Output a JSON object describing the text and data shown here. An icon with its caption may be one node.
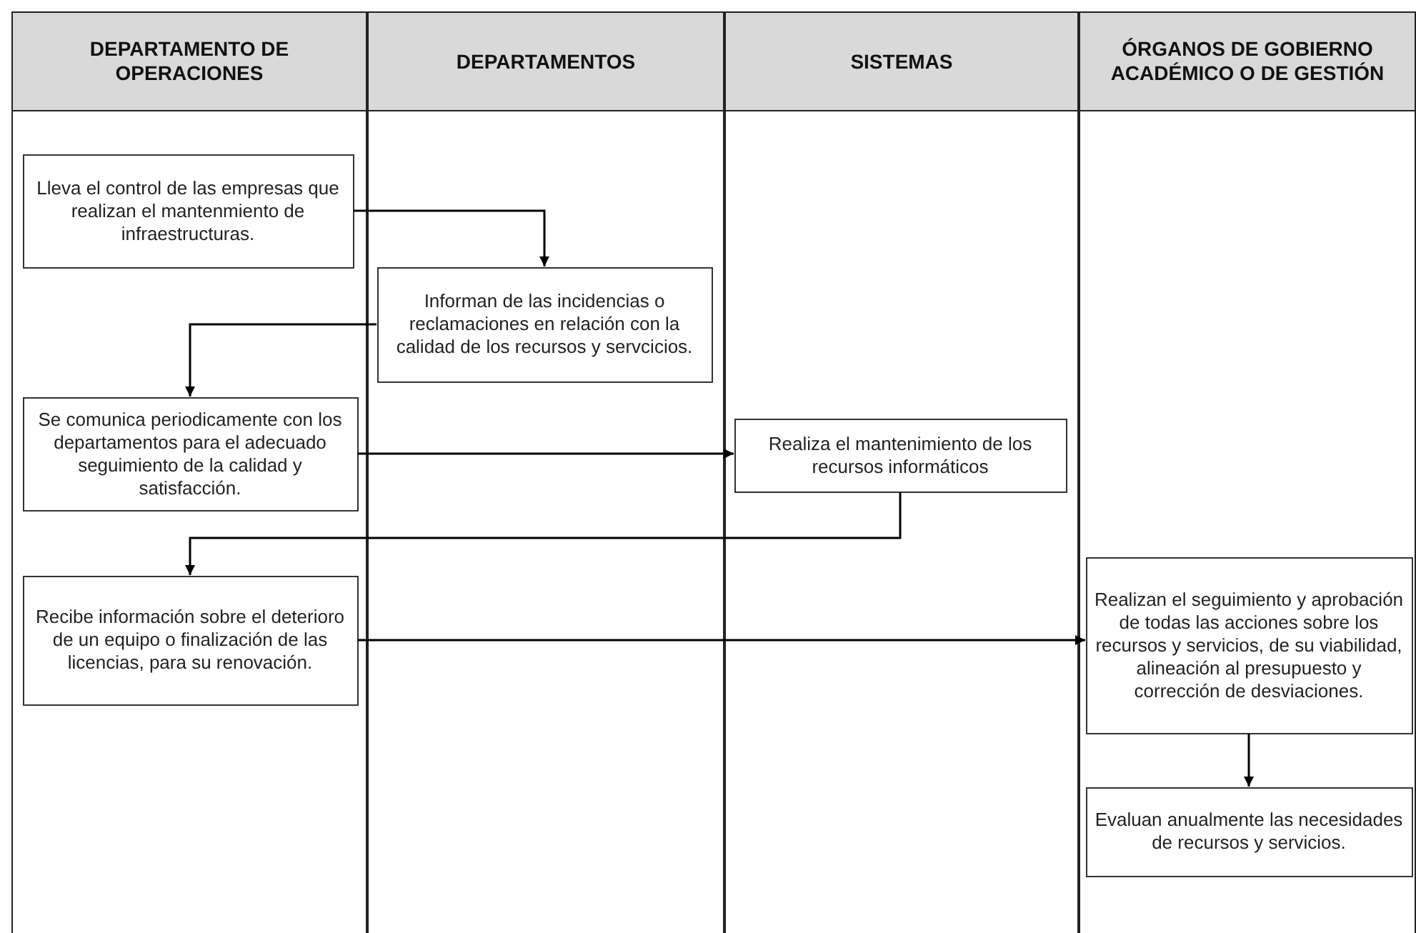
{
  "diagram": {
    "nodes": [
      {
        "text": [
          "DEPARTAMENTO DE OPERACIONES"
        ]
      },
      {
        "text": [
          "DEPARTAMENTOS"
        ]
      },
      {
        "text": [
          "SISTEMAS"
        ]
      },
      {
        "text": [
          "ÓRGANOS DE GOBIERNO ACADÉMICO O DE GESTIÓN"
        ]
      },
      {
        "text": [
          "Lleva el control de las empresas que realizan el mantenmiento de infraestructuras."
        ],
        "in": 0
      },
      {
        "text": [
          "Informan de las incidencias o reclamaciones en relación con la calidad de los recursos y servcicios."
        ],
        "in": 1
      },
      {
        "text": [
          "Se comunica periodicamente con los departamentos para el adecuado seguimiento de la calidad y satisfacción."
        ],
        "in": 0
      },
      {
        "text": [
          "Realiza el mantenimiento de los recursos informáticos"
        ],
        "in": 2
      },
      {
        "text": [
          "Recibe información sobre el deterioro de un equipo o finalización de las licencias, para su renovación."
        ],
        "in": 0
      },
      {
        "text": [
          "Realizan el seguimiento y aprobación de todas las acciones sobre los recursos y servicios, de su viabilidad, alineación al presupuesto y corrección de desviaciones."
        ],
        "in": 3
      },
      {
        "text": [
          "Evaluan anualmente las necesidades de recursos y servicios."
        ],
        "in": 3
      }
    ],
    "edges": [
      {
        "from": 4,
        "to": 5,
        "arrow": "to"
      },
      {
        "from": 5,
        "to": 6,
        "arrow": "to"
      },
      {
        "from": 6,
        "to": 7,
        "arrow": "to"
      },
      {
        "from": 7,
        "to": 8,
        "arrow": "to"
      },
      {
        "from": 8,
        "to": 9,
        "arrow": "to"
      },
      {
        "from": 9,
        "to": 10,
        "arrow": "to"
      }
    ]
  }
}
